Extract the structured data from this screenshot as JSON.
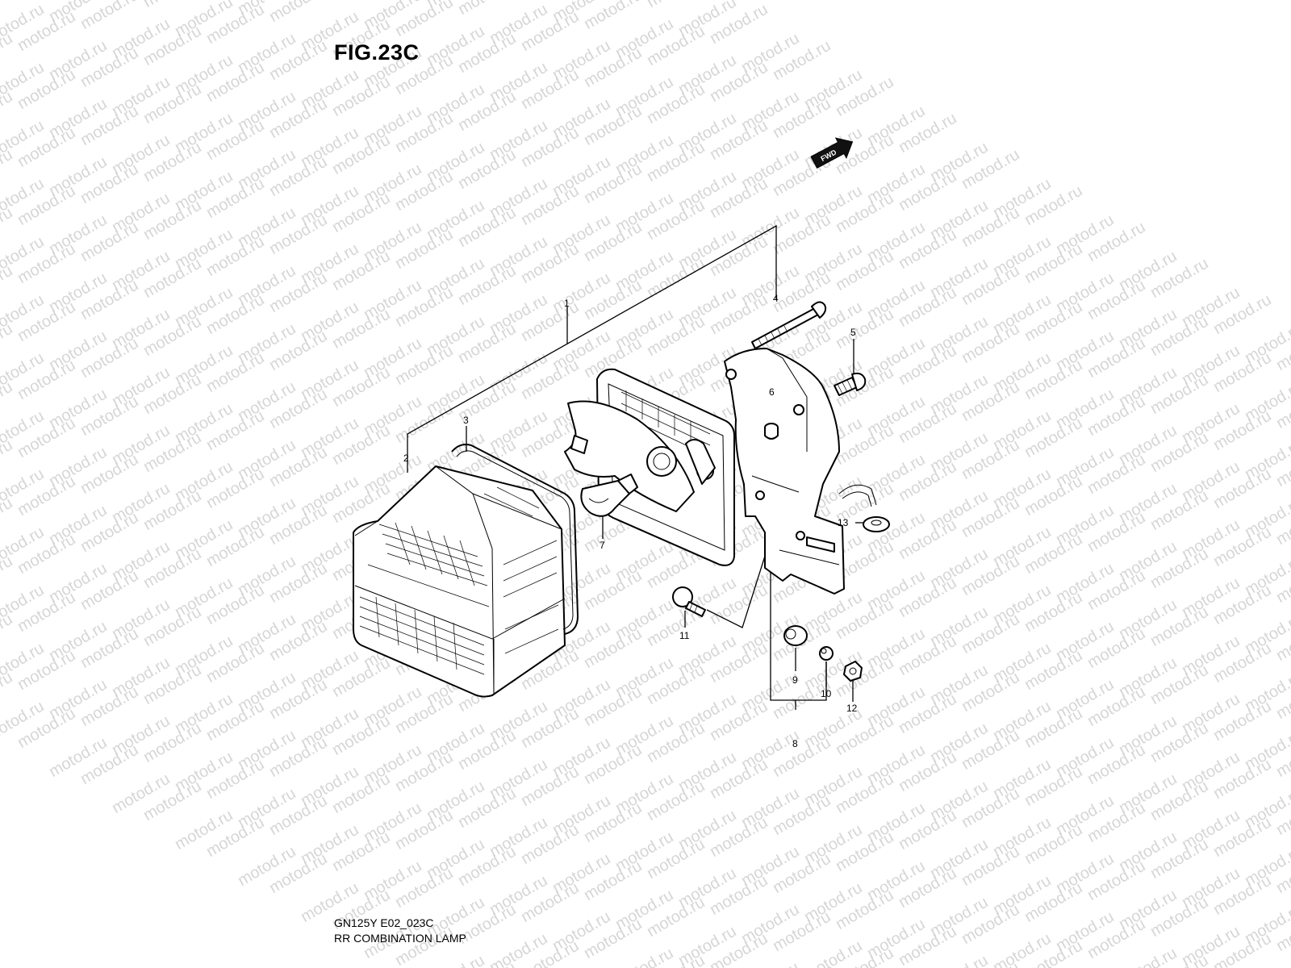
{
  "figure": {
    "title": "FIG.23C",
    "model_code": "GN125Y E02_023C",
    "name": "RR COMBINATION LAMP"
  },
  "watermark": {
    "text": "motod.ru",
    "color": "#d6d6d6"
  },
  "direction_badge": {
    "label": "FWD",
    "icon": "forward-arrow-icon"
  },
  "callouts": [
    {
      "id": "1",
      "label": "1"
    },
    {
      "id": "2",
      "label": "2"
    },
    {
      "id": "3",
      "label": "3"
    },
    {
      "id": "4",
      "label": "4"
    },
    {
      "id": "5",
      "label": "5"
    },
    {
      "id": "6",
      "label": "6"
    },
    {
      "id": "7",
      "label": "7"
    },
    {
      "id": "8",
      "label": "8"
    },
    {
      "id": "9",
      "label": "9"
    },
    {
      "id": "10",
      "label": "10"
    },
    {
      "id": "11",
      "label": "11"
    },
    {
      "id": "12",
      "label": "12"
    },
    {
      "id": "13",
      "label": "13"
    }
  ]
}
